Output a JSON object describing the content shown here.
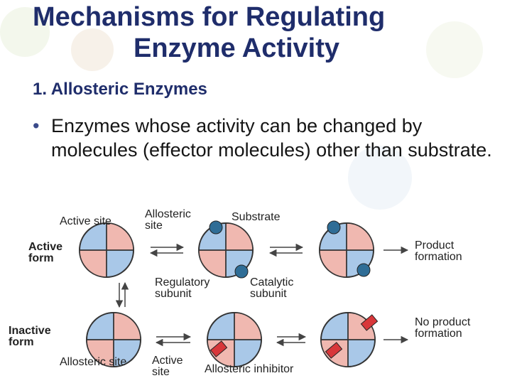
{
  "title_line1": "Mechanisms for Regulating",
  "title_line2": "Enzyme Activity",
  "subheading": "1. Allosteric Enzymes",
  "bullet_symbol": "•",
  "bullet_text": "Enzymes whose activity can be changed by molecules (effector molecules) other than substrate.",
  "diagram": {
    "active_site": "Active site",
    "allosteric_site_top": "Allosteric site",
    "substrate": "Substrate",
    "active_form": "Active form",
    "regulatory_subunit": "Regulatory subunit",
    "catalytic_subunit": "Catalytic subunit",
    "product_formation": "Product formation",
    "inactive_form": "Inactive form",
    "allosteric_site_bottom": "Allosteric site",
    "active_site_bottom": "Active site",
    "allosteric_inhibitor": "Allosteric inhibitor",
    "no_product_formation": "No product formation"
  },
  "colors": {
    "title": "#1f2d6b",
    "catalytic": "#a9c8e8",
    "regulatory": "#f0b8b0",
    "substrate": "#2f6d96",
    "inhibitor": "#d8373a"
  }
}
